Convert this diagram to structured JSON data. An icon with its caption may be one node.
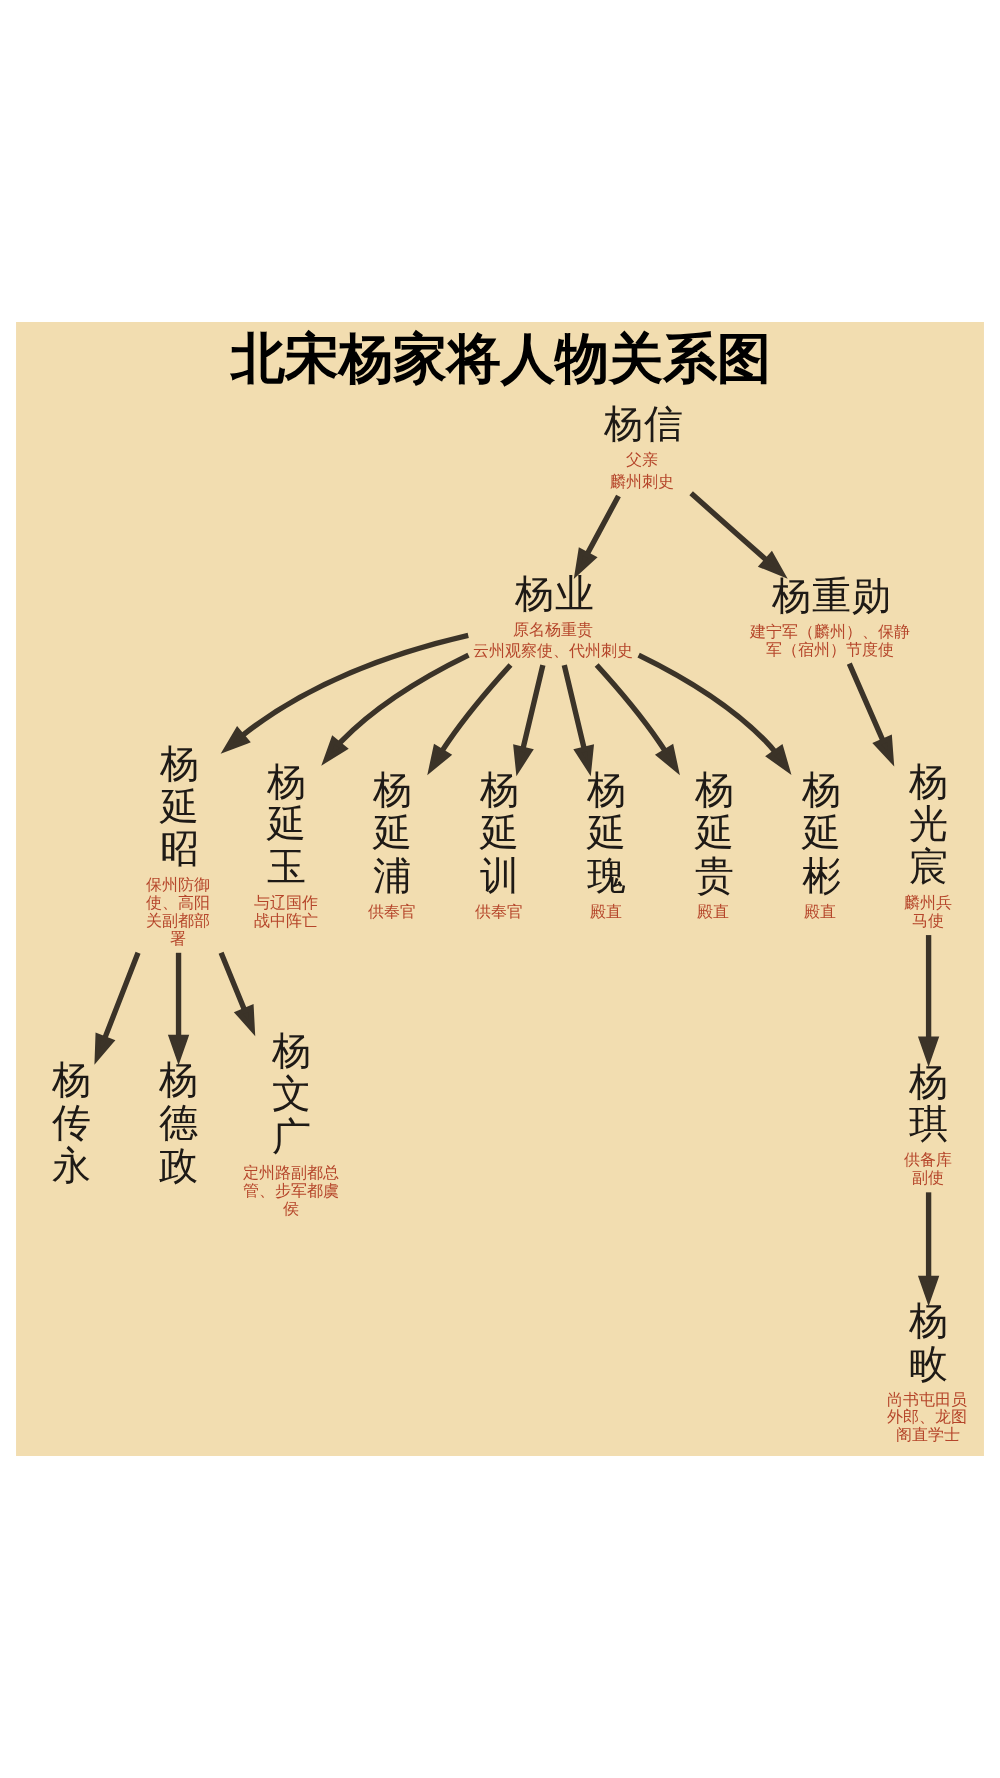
{
  "diagram": {
    "title": "北宋杨家将人物关系图",
    "nodes": [
      {
        "text": [
          "杨信",
          "父亲",
          "麟州刺史"
        ]
      },
      {
        "text": [
          "杨业",
          "原名杨重贵",
          "云州观察使、代州刺史"
        ]
      },
      {
        "text": [
          "杨重勋",
          "建宁军（麟州）、保静军（宿州）节度使"
        ]
      },
      {
        "text": [
          "杨延昭",
          "保州防御使、高阳关副都部署"
        ]
      },
      {
        "text": [
          "杨延玉",
          "与辽国作战中阵亡"
        ]
      },
      {
        "text": [
          "杨延浦",
          "供奉官"
        ]
      },
      {
        "text": [
          "杨延训",
          "供奉官"
        ]
      },
      {
        "text": [
          "杨延瑰",
          "殿直"
        ]
      },
      {
        "text": [
          "杨延贵",
          "殿直"
        ]
      },
      {
        "text": [
          "杨延彬",
          "殿直"
        ]
      },
      {
        "text": [
          "杨光宸",
          "麟州兵马使"
        ]
      },
      {
        "text": [
          "杨传永"
        ]
      },
      {
        "text": [
          "杨德政"
        ]
      },
      {
        "text": [
          "杨文广",
          "定州路副都总管、步军都虞侯"
        ]
      },
      {
        "text": [
          "杨琪",
          "供备库副使"
        ]
      },
      {
        "text": [
          "杨畋",
          "尚书屯田员外郎、龙图阁直学士"
        ]
      }
    ],
    "edges": [
      {
        "from": 0,
        "to": 1,
        "arrow": "to"
      },
      {
        "from": 0,
        "to": 2,
        "arrow": "to"
      },
      {
        "from": 1,
        "to": 3,
        "arrow": "to"
      },
      {
        "from": 1,
        "to": 4,
        "arrow": "to"
      },
      {
        "from": 1,
        "to": 5,
        "arrow": "to"
      },
      {
        "from": 1,
        "to": 6,
        "arrow": "to"
      },
      {
        "from": 1,
        "to": 7,
        "arrow": "to"
      },
      {
        "from": 1,
        "to": 8,
        "arrow": "to"
      },
      {
        "from": 1,
        "to": 9,
        "arrow": "to"
      },
      {
        "from": 2,
        "to": 10,
        "arrow": "to"
      },
      {
        "from": 3,
        "to": 11,
        "arrow": "to"
      },
      {
        "from": 3,
        "to": 12,
        "arrow": "to"
      },
      {
        "from": 3,
        "to": 13,
        "arrow": "to"
      },
      {
        "from": 10,
        "to": 14,
        "arrow": "to"
      },
      {
        "from": 14,
        "to": 15,
        "arrow": "to"
      }
    ]
  }
}
